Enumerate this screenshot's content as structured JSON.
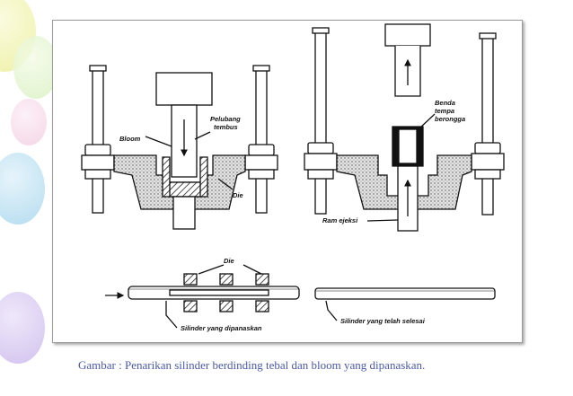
{
  "figure": {
    "labels": {
      "bloom": "Bloom",
      "pelubang_line1": "Pelubang",
      "pelubang_line2": "tembus",
      "die_left": "Die",
      "benda_line1": "Benda",
      "benda_line2": "tempa",
      "benda_line3": "berongga",
      "ram_ejeksi": "Ram ejeksi",
      "die_bottom": "Die",
      "silinder_dipanaskan": "Silinder yang dipanaskan",
      "silinder_selesai": "Silinder yang telah selesai"
    }
  },
  "caption": "Gambar : Penarikan silinder berdinding tebal dan bloom yang dipanaskan.",
  "colors": {
    "caption": "#4a5aa8",
    "balloon_yellow": "#f2f4b0",
    "balloon_blue": "#bfe1f2",
    "balloon_purple": "#dccdf0",
    "balloon_pink": "#f4cfe2"
  }
}
